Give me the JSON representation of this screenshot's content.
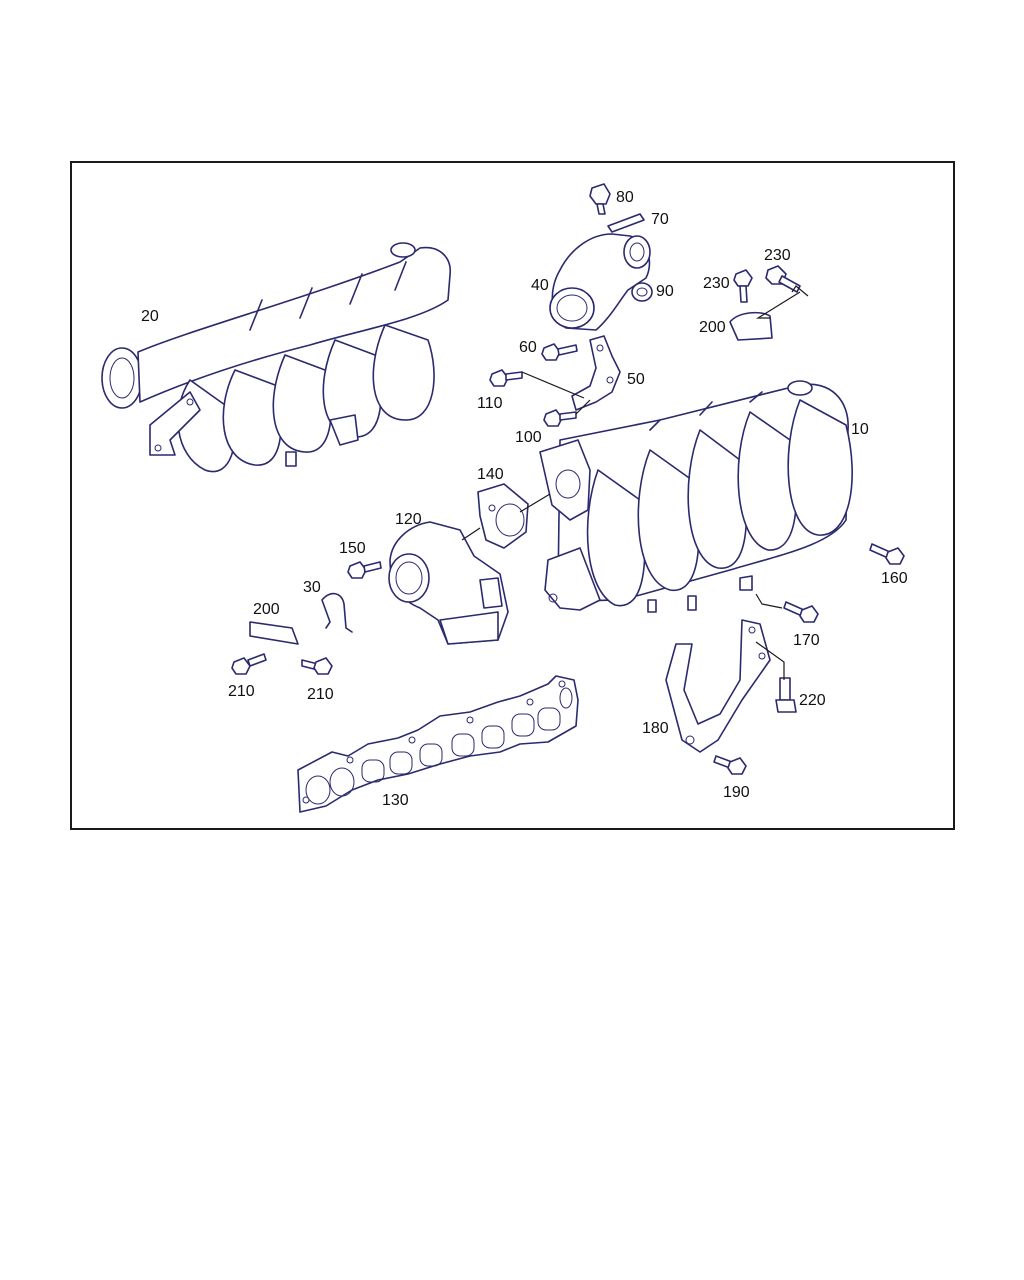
{
  "diagram": {
    "labels": [
      {
        "id": "20",
        "text": "20"
      },
      {
        "id": "80",
        "text": "80"
      },
      {
        "id": "70",
        "text": "70"
      },
      {
        "id": "40",
        "text": "40"
      },
      {
        "id": "90",
        "text": "90"
      },
      {
        "id": "230a",
        "text": "230"
      },
      {
        "id": "230b",
        "text": "230"
      },
      {
        "id": "200a",
        "text": "200"
      },
      {
        "id": "60",
        "text": "60"
      },
      {
        "id": "50",
        "text": "50"
      },
      {
        "id": "110",
        "text": "110"
      },
      {
        "id": "100",
        "text": "100"
      },
      {
        "id": "10",
        "text": "10"
      },
      {
        "id": "140",
        "text": "140"
      },
      {
        "id": "120",
        "text": "120"
      },
      {
        "id": "150",
        "text": "150"
      },
      {
        "id": "30",
        "text": "30"
      },
      {
        "id": "200b",
        "text": "200"
      },
      {
        "id": "160",
        "text": "160"
      },
      {
        "id": "170",
        "text": "170"
      },
      {
        "id": "210a",
        "text": "210"
      },
      {
        "id": "210b",
        "text": "210"
      },
      {
        "id": "220",
        "text": "220"
      },
      {
        "id": "180",
        "text": "180"
      },
      {
        "id": "130",
        "text": "130"
      },
      {
        "id": "190",
        "text": "190"
      }
    ]
  }
}
